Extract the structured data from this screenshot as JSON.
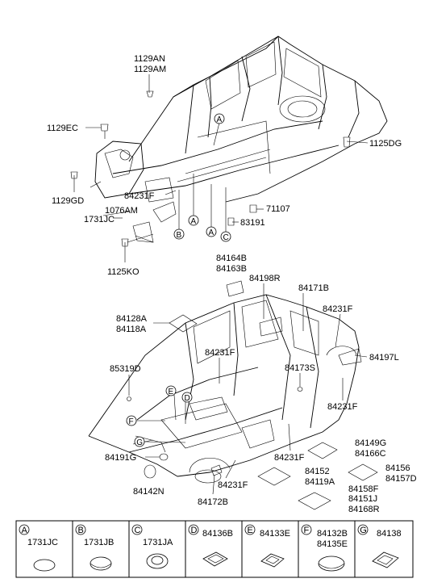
{
  "upper_parts": [
    {
      "id": "p1129AN",
      "text": "1129AN"
    },
    {
      "id": "p1129AM",
      "text": "1129AM"
    },
    {
      "id": "p1129EC",
      "text": "1129EC"
    },
    {
      "id": "p1125DG",
      "text": "1125DG"
    },
    {
      "id": "p1129GD",
      "text": "1129GD"
    },
    {
      "id": "p84231F_u",
      "text": "84231F"
    },
    {
      "id": "p1731JC_u",
      "text": "1731JC"
    },
    {
      "id": "p1076AM",
      "text": "1076AM"
    },
    {
      "id": "p71107",
      "text": "71107"
    },
    {
      "id": "p83191",
      "text": "83191"
    },
    {
      "id": "p1125KO",
      "text": "1125KO"
    }
  ],
  "lower_parts": [
    {
      "id": "p84164B",
      "text": "84164B"
    },
    {
      "id": "p84163B",
      "text": "84163B"
    },
    {
      "id": "p84198R",
      "text": "84198R"
    },
    {
      "id": "p84171B",
      "text": "84171B"
    },
    {
      "id": "p84231F_a",
      "text": "84231F"
    },
    {
      "id": "p84128A",
      "text": "84128A"
    },
    {
      "id": "p84118A",
      "text": "84118A"
    },
    {
      "id": "p84231F_b",
      "text": "84231F"
    },
    {
      "id": "p84197L",
      "text": "84197L"
    },
    {
      "id": "p85319D",
      "text": "85319D"
    },
    {
      "id": "p84173S",
      "text": "84173S"
    },
    {
      "id": "p84231F_c",
      "text": "84231F"
    },
    {
      "id": "p84231F_d",
      "text": "84231F"
    },
    {
      "id": "p84149G",
      "text": "84149G"
    },
    {
      "id": "p84166C",
      "text": "84166C"
    },
    {
      "id": "p84191G",
      "text": "84191G"
    },
    {
      "id": "p84152",
      "text": "84152"
    },
    {
      "id": "p84119A",
      "text": "84119A"
    },
    {
      "id": "p84156",
      "text": "84156"
    },
    {
      "id": "p84157D",
      "text": "84157D"
    },
    {
      "id": "p84142N",
      "text": "84142N"
    },
    {
      "id": "p84231F_e",
      "text": "84231F"
    },
    {
      "id": "p84158F",
      "text": "84158F"
    },
    {
      "id": "p84151J",
      "text": "84151J"
    },
    {
      "id": "p84168R",
      "text": "84168R"
    },
    {
      "id": "p84172B",
      "text": "84172B"
    }
  ],
  "callouts": {
    "A": "A",
    "B": "B",
    "C": "C",
    "D": "D",
    "E": "E",
    "F": "F",
    "G": "G"
  },
  "legend": [
    {
      "letter": "A",
      "parts": [
        "1731JC"
      ],
      "icon": "round-plug"
    },
    {
      "letter": "B",
      "parts": [
        "1731JB"
      ],
      "icon": "round-plug"
    },
    {
      "letter": "C",
      "parts": [
        "1731JA"
      ],
      "icon": "grommet-ring"
    },
    {
      "letter": "D",
      "parts": [
        "84136B"
      ],
      "icon": "rect-plug"
    },
    {
      "letter": "E",
      "parts": [
        "84133E"
      ],
      "icon": "rect-plug"
    },
    {
      "letter": "F",
      "parts": [
        "84132B",
        "84135E"
      ],
      "icon": "oval-plug"
    },
    {
      "letter": "G",
      "parts": [
        "84138"
      ],
      "icon": "rect-plug"
    }
  ]
}
